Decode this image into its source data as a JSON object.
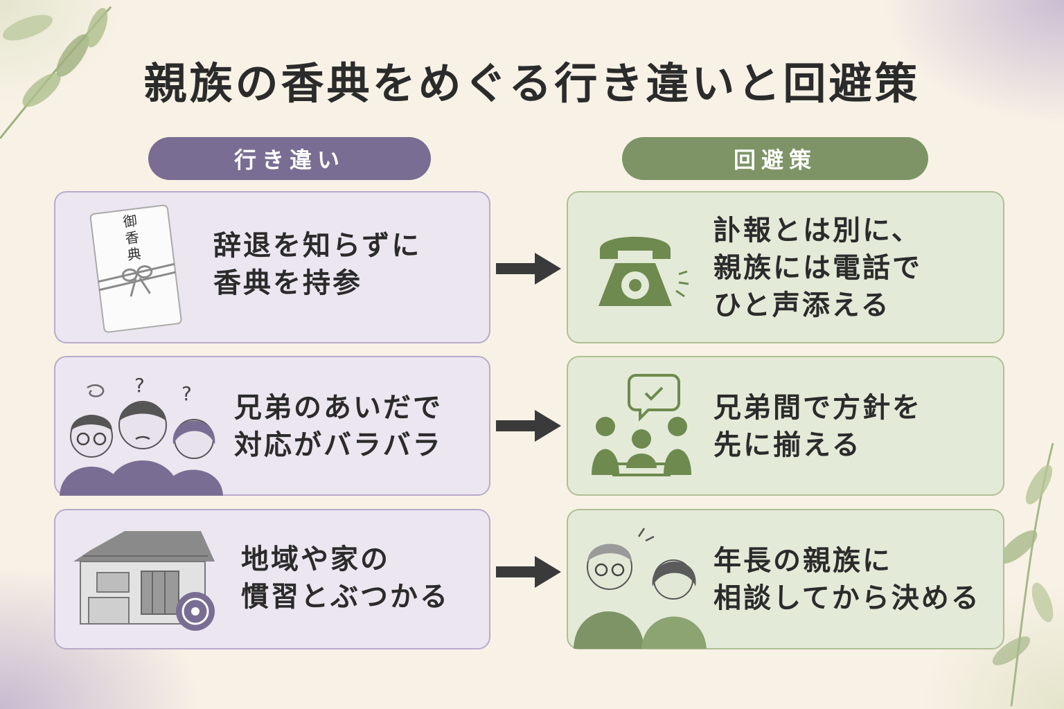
{
  "title": "親族の香典をめぐる行き違いと回避策",
  "columns": {
    "problems_label": "行き違い",
    "solutions_label": "回避策"
  },
  "rows": [
    {
      "problem": {
        "line1": "辞退を知らずに",
        "line2": "香典を持参",
        "illustration": "envelope-icon",
        "envelope_text": "御香典"
      },
      "solution": {
        "line1": "訃報とは別に、",
        "line2": "親族には電話で",
        "line3": "ひと声添える",
        "illustration": "telephone-icon"
      }
    },
    {
      "problem": {
        "line1": "兄弟のあいだで",
        "line2": "対応がバラバラ",
        "illustration": "confused-siblings-icon",
        "marks": [
          "?",
          "?"
        ]
      },
      "solution": {
        "line1": "兄弟間で方針を",
        "line2": "先に揃える",
        "illustration": "meeting-icon"
      }
    },
    {
      "problem": {
        "line1": "地域や家の",
        "line2": "慣習とぶつかる",
        "illustration": "house-crest-icon"
      },
      "solution": {
        "line1": "年長の親族に",
        "line2": "相談してから決める",
        "illustration": "elder-consultation-icon"
      }
    }
  ],
  "colors": {
    "problem_accent": "#7a6d93",
    "solution_accent": "#7e9466",
    "problem_card": "#ece6f1",
    "solution_card": "#e4ead8",
    "arrow": "#3a3a3a"
  }
}
